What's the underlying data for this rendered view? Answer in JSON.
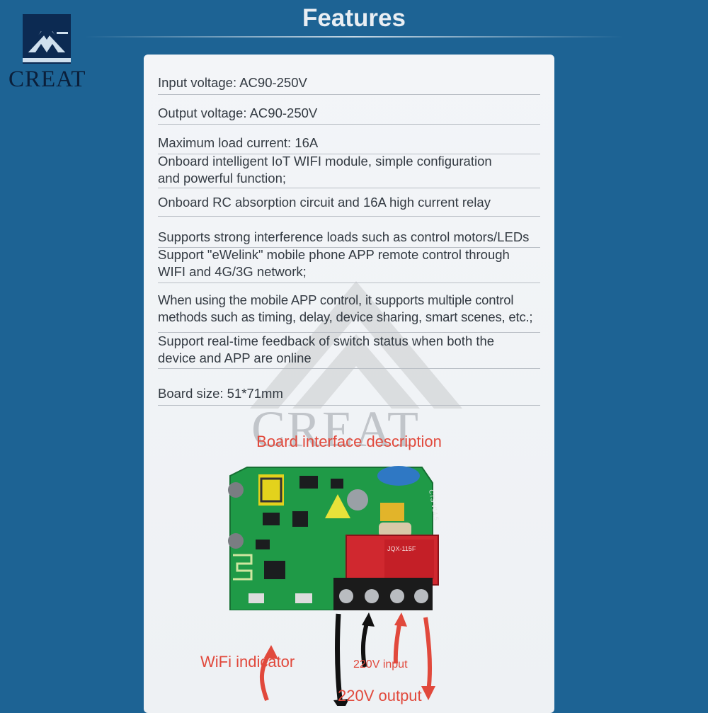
{
  "brand": {
    "name": "CREAT"
  },
  "header": {
    "title": "Features"
  },
  "features": [
    "Input voltage: AC90-250V",
    "Output voltage: AC90-250V",
    "Maximum load current: 16A",
    "Onboard intelligent IoT WIFI module, simple configuration and powerful function;",
    "Onboard RC absorption circuit and 16A high current relay",
    "Supports strong interference loads such as control motors/LEDs",
    "Support \"eWelink\" mobile phone APP remote control through WIFI and 4G/3G network;",
    "When using the mobile APP control, it supports multiple control methods such as timing, delay, device sharing, smart scenes, etc.;",
    "Support real-time feedback of switch status when both the device and APP are online",
    "Board size: 51*71mm"
  ],
  "board": {
    "subtitle": "Board interface description",
    "relay_label": "JQX-115F",
    "board_label": "CTS V14.5",
    "callouts": {
      "wifi": "WiFi indicator",
      "input": "220V input",
      "output": "220V output"
    }
  },
  "colors": {
    "background": "#1d6394",
    "accent": "#e1493c",
    "board": "#1f9a47"
  },
  "icons": [
    "creat-logo-icon",
    "pcb-board-icon",
    "arrow-icon"
  ]
}
